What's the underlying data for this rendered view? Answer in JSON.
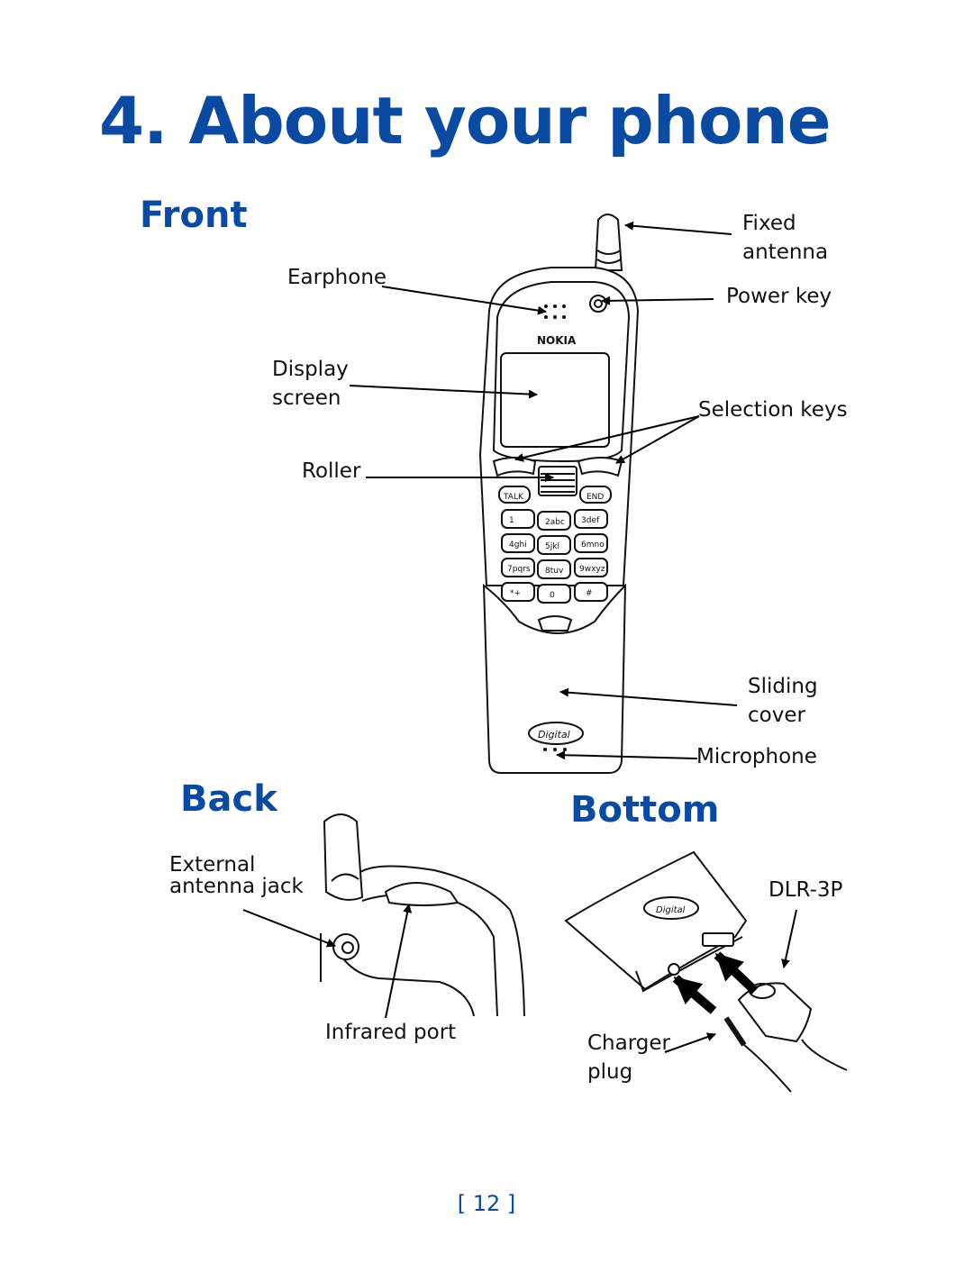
{
  "page": {
    "title": "4. About your phone",
    "page_number": "[ 12 ]"
  },
  "sections": {
    "front": "Front",
    "back": "Back",
    "bottom": "Bottom"
  },
  "front_labels": {
    "fixed_antenna": [
      "Fixed",
      "antenna"
    ],
    "earphone": "Earphone",
    "power_key": "Power key",
    "display_screen": [
      "Display",
      "screen"
    ],
    "selection_keys": "Selection keys",
    "roller": "Roller",
    "sliding_cover": [
      "Sliding",
      "cover"
    ],
    "microphone": "Microphone"
  },
  "back_labels": {
    "external_antenna_jack": [
      "External",
      "antenna jack"
    ],
    "infrared_port": "Infrared port"
  },
  "bottom_labels": {
    "connector": "DLR-3P",
    "charger_plug": [
      "Charger",
      "plug"
    ]
  },
  "phone": {
    "brand": "NOKIA",
    "badge": "Digital",
    "keys": {
      "talk": "TALK",
      "end": "END",
      "keypad": [
        "1",
        "2abc",
        "3def",
        "4ghi",
        "5jkl",
        "6mno",
        "7pqrs",
        "8tuv",
        "9wxyz",
        "*+",
        "0",
        "#"
      ]
    }
  }
}
